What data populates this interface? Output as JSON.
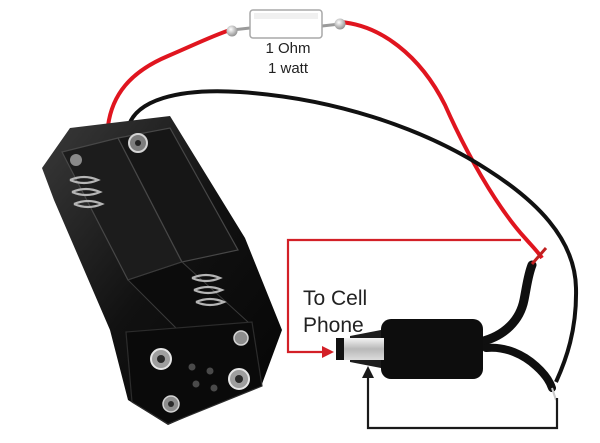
{
  "resistor": {
    "label_line1": "1 Ohm",
    "label_line2": "1 watt"
  },
  "phone": {
    "label_line1": "To Cell",
    "label_line2": "Phone"
  },
  "colors": {
    "red_wire": "#e0151f",
    "black_wire": "#111111",
    "arrow_red": "#d32027",
    "arrow_black": "#1a1a1a"
  }
}
